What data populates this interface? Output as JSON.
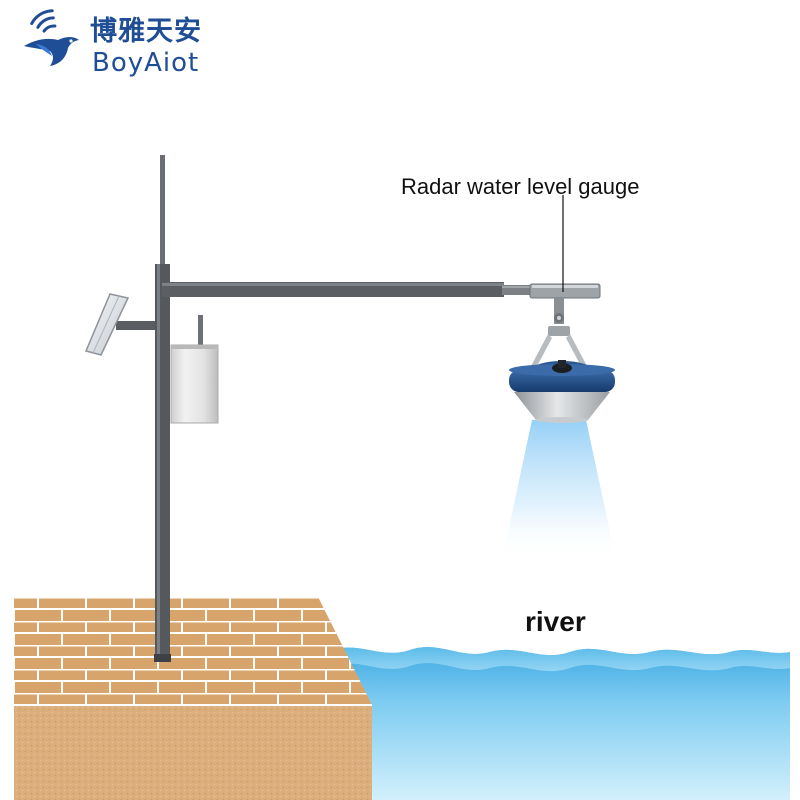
{
  "brand": {
    "name_cn": "博雅天安",
    "name_en": "BoyAiot",
    "logo_icon": "bird-wifi-icon",
    "color": "#1f4e96"
  },
  "labels": {
    "device": "Radar water level gauge",
    "water": "river"
  },
  "colors": {
    "pole": "#55595e",
    "brick": "#d7a46c",
    "mortar": "#ffffff",
    "water_top": "#4cb0e4",
    "water_bottom": "#c8ecfb",
    "sensor_ring": "#1e4b86",
    "beam": "#bfe3fb"
  }
}
